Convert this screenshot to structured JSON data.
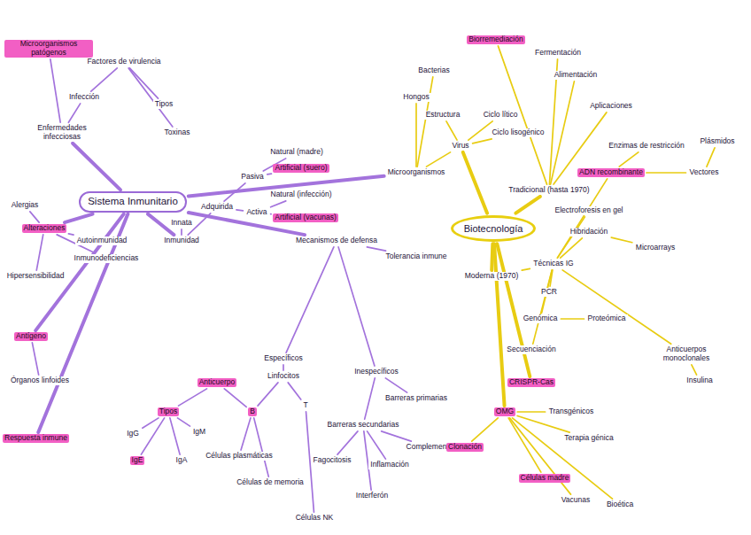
{
  "diagram": {
    "nodes": [
      {
        "text": [
          "Sistema Inmunitario"
        ]
      },
      {
        "text": [
          "Inmunidad"
        ]
      },
      {
        "text": [
          "Innata"
        ]
      },
      {
        "text": [
          "Adquirida"
        ]
      },
      {
        "text": [
          "Pasiva"
        ]
      },
      {
        "text": [
          "Activa"
        ]
      },
      {
        "text": [
          "Natural (madre)"
        ]
      },
      {
        "text": [
          "Artificial (suero)"
        ]
      },
      {
        "text": [
          "Natural (infección)"
        ]
      },
      {
        "text": [
          "Artificial (vacunas)"
        ]
      },
      {
        "text": [
          "Enfermedades infecciosas"
        ]
      },
      {
        "text": [
          "Infección"
        ]
      },
      {
        "text": [
          "Factores de virulencia"
        ]
      },
      {
        "text": [
          "Microorganismos patógenos"
        ]
      },
      {
        "text": [
          "Toxinas"
        ]
      },
      {
        "text": [
          "Tipos"
        ]
      },
      {
        "text": [
          "Alteraciones"
        ]
      },
      {
        "text": [
          "Alergias"
        ]
      },
      {
        "text": [
          "Autoinmunidad"
        ]
      },
      {
        "text": [
          "Inmunodeficiencias"
        ]
      },
      {
        "text": [
          "Hipersensibilidad"
        ]
      },
      {
        "text": [
          "Mecanismos de defensa"
        ]
      },
      {
        "text": [
          "Tolerancia inmune"
        ]
      },
      {
        "text": [
          "Específicos"
        ]
      },
      {
        "text": [
          "Linfocitos"
        ]
      },
      {
        "text": [
          "B"
        ]
      },
      {
        "text": [
          "T"
        ]
      },
      {
        "text": [
          "Anticuerpo"
        ]
      },
      {
        "text": [
          "Tipos"
        ]
      },
      {
        "text": [
          "IgG"
        ]
      },
      {
        "text": [
          "IgM"
        ]
      },
      {
        "text": [
          "IgA"
        ]
      },
      {
        "text": [
          "IgE"
        ]
      },
      {
        "text": [
          "Células plasmáticas"
        ]
      },
      {
        "text": [
          "Células de memoria"
        ]
      },
      {
        "text": [
          "Inespecíficos"
        ]
      },
      {
        "text": [
          "Barreras primarias"
        ]
      },
      {
        "text": [
          "Barreras secundarias"
        ]
      },
      {
        "text": [
          "Fagocitosis"
        ]
      },
      {
        "text": [
          "Inflamación"
        ]
      },
      {
        "text": [
          "Interferón"
        ]
      },
      {
        "text": [
          "Antígeno"
        ]
      },
      {
        "text": [
          "Respuesta inmune"
        ]
      },
      {
        "text": [
          "Órganos linfoides"
        ]
      },
      {
        "text": [
          "Complemento"
        ]
      },
      {
        "text": [
          "Células NK"
        ]
      },
      {
        "text": [
          "Biotecnología"
        ]
      },
      {
        "text": [
          "Tradicional (hasta 1970)"
        ]
      },
      {
        "text": [
          "Moderna (1970)"
        ]
      },
      {
        "text": [
          "Técnicas IG"
        ]
      },
      {
        "text": [
          "Virus"
        ]
      },
      {
        "text": [
          "Microorganismos"
        ]
      },
      {
        "text": [
          "Bacterias"
        ]
      },
      {
        "text": [
          "Hongos"
        ]
      },
      {
        "text": [
          "Biorremediación"
        ]
      },
      {
        "text": [
          "Fermentación"
        ]
      },
      {
        "text": [
          "Estructura"
        ]
      },
      {
        "text": [
          "Ciclo lítico"
        ]
      },
      {
        "text": [
          "Ciclo lisogénico"
        ]
      },
      {
        "text": [
          "Alimentación"
        ]
      },
      {
        "text": [
          "Aplicaciones"
        ]
      },
      {
        "text": [
          "Enzimas de restricción"
        ]
      },
      {
        "text": [
          "Vectores"
        ]
      },
      {
        "text": [
          "Plásmidos"
        ]
      },
      {
        "text": [
          "ADN recombinante"
        ]
      },
      {
        "text": [
          "Electroforesis en gel"
        ]
      },
      {
        "text": [
          "Hibridación"
        ]
      },
      {
        "text": [
          "Microarrays"
        ]
      },
      {
        "text": [
          "PCR"
        ]
      },
      {
        "text": [
          "Genómica"
        ]
      },
      {
        "text": [
          "Proteómica"
        ]
      },
      {
        "text": [
          "Secuenciación"
        ]
      },
      {
        "text": [
          "CRISPR-Cas"
        ]
      },
      {
        "text": [
          "OMG"
        ]
      },
      {
        "text": [
          "Transgénicos"
        ]
      },
      {
        "text": [
          "Terapia génica"
        ]
      },
      {
        "text": [
          "Células madre"
        ]
      },
      {
        "text": [
          "Clonación"
        ]
      },
      {
        "text": [
          "Bioética"
        ]
      },
      {
        "text": [
          "Vacunas"
        ]
      },
      {
        "text": [
          "Anticuerpos monoclonales"
        ]
      },
      {
        "text": [
          "Insulina"
        ]
      }
    ],
    "edges": [
      {
        "from": 0,
        "to": 1,
        "arrow": "none"
      },
      {
        "from": 1,
        "to": 2,
        "arrow": "none"
      },
      {
        "from": 1,
        "to": 3,
        "arrow": "none"
      },
      {
        "from": 3,
        "to": 4,
        "arrow": "none"
      },
      {
        "from": 3,
        "to": 5,
        "arrow": "none"
      },
      {
        "from": 4,
        "to": 6,
        "arrow": "none"
      },
      {
        "from": 4,
        "to": 7,
        "arrow": "none"
      },
      {
        "from": 5,
        "to": 8,
        "arrow": "none"
      },
      {
        "from": 5,
        "to": 9,
        "arrow": "none"
      },
      {
        "from": 0,
        "to": 10,
        "arrow": "none"
      },
      {
        "from": 10,
        "to": 11,
        "arrow": "none"
      },
      {
        "from": 11,
        "to": 12,
        "arrow": "none"
      },
      {
        "from": 10,
        "to": 13,
        "arrow": "none"
      },
      {
        "from": 12,
        "to": 15,
        "arrow": "none"
      },
      {
        "from": 12,
        "to": 14,
        "arrow": "none"
      },
      {
        "from": 0,
        "to": 16,
        "arrow": "none"
      },
      {
        "from": 16,
        "to": 17,
        "arrow": "none"
      },
      {
        "from": 16,
        "to": 20,
        "arrow": "none"
      },
      {
        "from": 16,
        "to": 18,
        "arrow": "none"
      },
      {
        "from": 16,
        "to": 19,
        "arrow": "none"
      },
      {
        "from": 0,
        "to": 21,
        "arrow": "none"
      },
      {
        "from": 21,
        "to": 22,
        "arrow": "none"
      },
      {
        "from": 21,
        "to": 23,
        "arrow": "none"
      },
      {
        "from": 23,
        "to": 24,
        "arrow": "none"
      },
      {
        "from": 24,
        "to": 25,
        "arrow": "none"
      },
      {
        "from": 24,
        "to": 26,
        "arrow": "none"
      },
      {
        "from": 25,
        "to": 27,
        "arrow": "none"
      },
      {
        "from": 27,
        "to": 28,
        "arrow": "none"
      },
      {
        "from": 28,
        "to": 29,
        "arrow": "none"
      },
      {
        "from": 28,
        "to": 30,
        "arrow": "none"
      },
      {
        "from": 28,
        "to": 31,
        "arrow": "none"
      },
      {
        "from": 28,
        "to": 32,
        "arrow": "none"
      },
      {
        "from": 25,
        "to": 33,
        "arrow": "none"
      },
      {
        "from": 25,
        "to": 34,
        "arrow": "none"
      },
      {
        "from": 21,
        "to": 35,
        "arrow": "none"
      },
      {
        "from": 35,
        "to": 36,
        "arrow": "none"
      },
      {
        "from": 35,
        "to": 37,
        "arrow": "none"
      },
      {
        "from": 37,
        "to": 38,
        "arrow": "none"
      },
      {
        "from": 37,
        "to": 39,
        "arrow": "none"
      },
      {
        "from": 37,
        "to": 40,
        "arrow": "none"
      },
      {
        "from": 37,
        "to": 44,
        "arrow": "none"
      },
      {
        "from": 26,
        "to": 45,
        "arrow": "none"
      },
      {
        "from": 0,
        "to": 41,
        "arrow": "none"
      },
      {
        "from": 41,
        "to": 43,
        "arrow": "none"
      },
      {
        "from": 0,
        "to": 42,
        "arrow": "none"
      },
      {
        "from": 0,
        "to": 51,
        "arrow": "none"
      },
      {
        "from": 51,
        "to": 50,
        "arrow": "none"
      },
      {
        "from": 51,
        "to": 52,
        "arrow": "none"
      },
      {
        "from": 51,
        "to": 53,
        "arrow": "none"
      },
      {
        "from": 46,
        "to": 47,
        "arrow": "none"
      },
      {
        "from": 46,
        "to": 48,
        "arrow": "none"
      },
      {
        "from": 48,
        "to": 49,
        "arrow": "none"
      },
      {
        "from": 46,
        "to": 50,
        "arrow": "none"
      },
      {
        "from": 50,
        "to": 56,
        "arrow": "none"
      },
      {
        "from": 50,
        "to": 57,
        "arrow": "none"
      },
      {
        "from": 50,
        "to": 58,
        "arrow": "none"
      },
      {
        "from": 47,
        "to": 54,
        "arrow": "none"
      },
      {
        "from": 47,
        "to": 55,
        "arrow": "none"
      },
      {
        "from": 47,
        "to": 59,
        "arrow": "none"
      },
      {
        "from": 47,
        "to": 60,
        "arrow": "none"
      },
      {
        "from": 49,
        "to": 64,
        "arrow": "none"
      },
      {
        "from": 64,
        "to": 61,
        "arrow": "none"
      },
      {
        "from": 64,
        "to": 62,
        "arrow": "none"
      },
      {
        "from": 62,
        "to": 63,
        "arrow": "none"
      },
      {
        "from": 49,
        "to": 65,
        "arrow": "none"
      },
      {
        "from": 49,
        "to": 66,
        "arrow": "none"
      },
      {
        "from": 66,
        "to": 67,
        "arrow": "none"
      },
      {
        "from": 49,
        "to": 68,
        "arrow": "none"
      },
      {
        "from": 49,
        "to": 69,
        "arrow": "none"
      },
      {
        "from": 69,
        "to": 70,
        "arrow": "none"
      },
      {
        "from": 49,
        "to": 71,
        "arrow": "none"
      },
      {
        "from": 49,
        "to": 80,
        "arrow": "none"
      },
      {
        "from": 80,
        "to": 81,
        "arrow": "none"
      },
      {
        "from": 46,
        "to": 72,
        "arrow": "none"
      },
      {
        "from": 46,
        "to": 73,
        "arrow": "none"
      },
      {
        "from": 73,
        "to": 74,
        "arrow": "none"
      },
      {
        "from": 73,
        "to": 75,
        "arrow": "none"
      },
      {
        "from": 73,
        "to": 76,
        "arrow": "none"
      },
      {
        "from": 73,
        "to": 77,
        "arrow": "none"
      },
      {
        "from": 73,
        "to": 78,
        "arrow": "none"
      },
      {
        "from": 73,
        "to": 79,
        "arrow": "none"
      }
    ]
  }
}
